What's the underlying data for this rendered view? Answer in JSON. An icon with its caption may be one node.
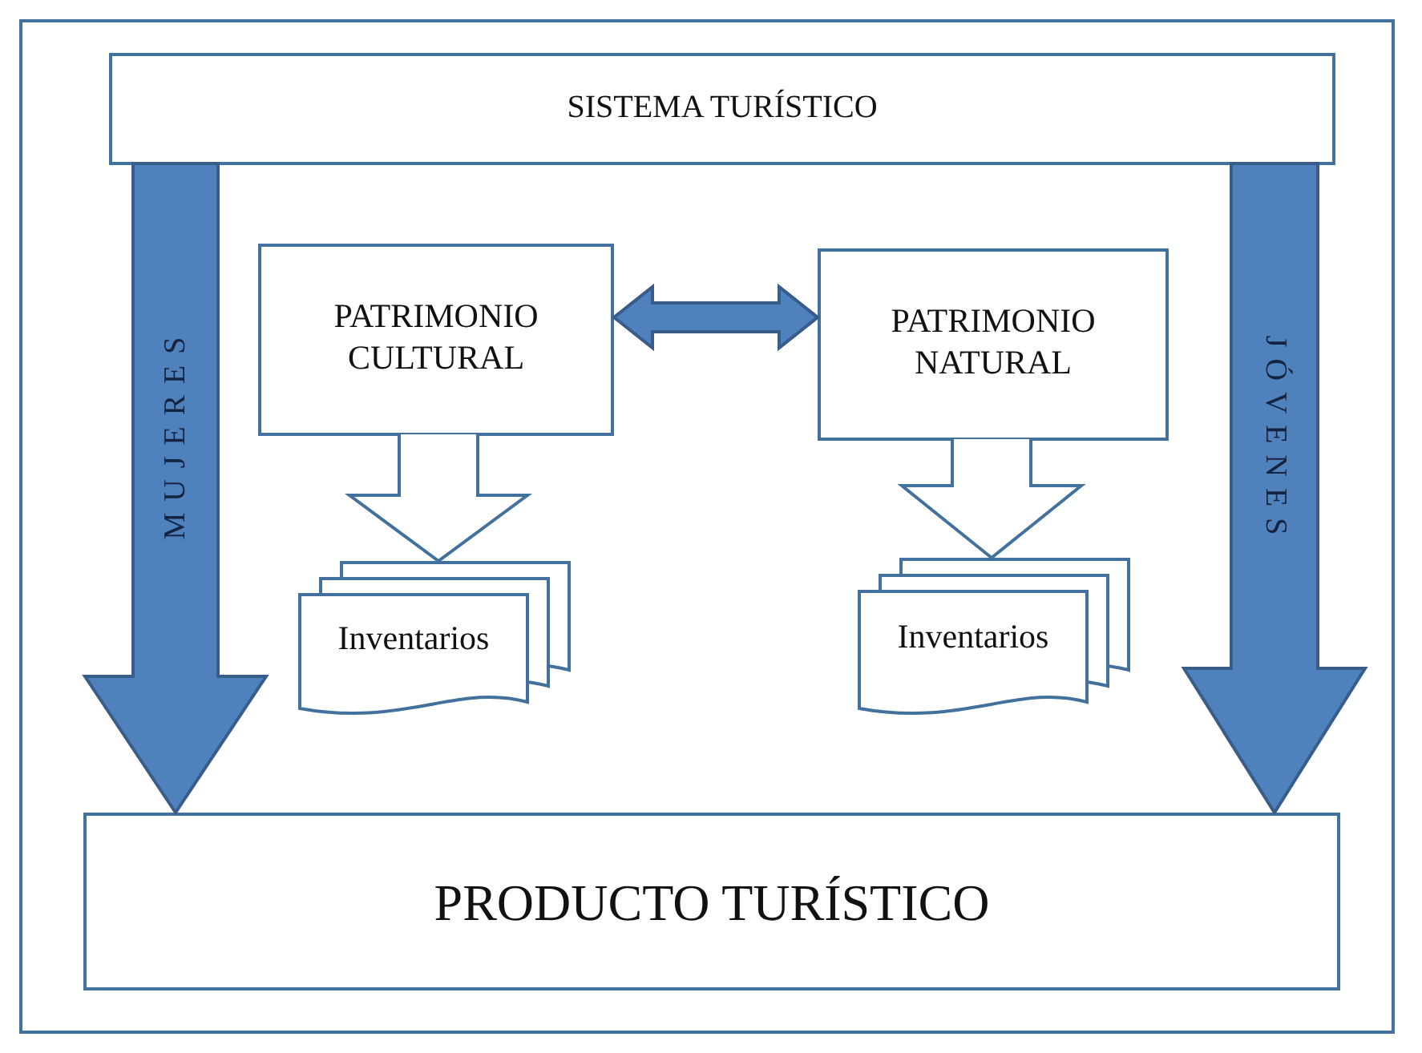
{
  "diagram": {
    "nodes": [
      {
        "text": [
          "SISTEMA TURÍSTICO"
        ]
      },
      {
        "text": [
          "PATRIMONIO CULTURAL"
        ]
      },
      {
        "text": [
          "PATRIMONIO NATURAL"
        ]
      },
      {
        "text": [
          "Inventarios"
        ]
      },
      {
        "text": [
          "Inventarios"
        ]
      },
      {
        "text": [
          "PRODUCTO TURÍSTICO"
        ]
      }
    ],
    "edges": [
      {
        "from": 0,
        "to": 5,
        "arrow": "to",
        "style": "thick",
        "label": "MUJERES"
      },
      {
        "from": 0,
        "to": 5,
        "arrow": "to",
        "style": "thick",
        "label": "JÓVENES"
      },
      {
        "from": 1,
        "to": 2,
        "arrow": "both",
        "style": "thick"
      },
      {
        "from": 1,
        "to": 3,
        "arrow": "to"
      },
      {
        "from": 2,
        "to": 4,
        "arrow": "to"
      }
    ]
  }
}
